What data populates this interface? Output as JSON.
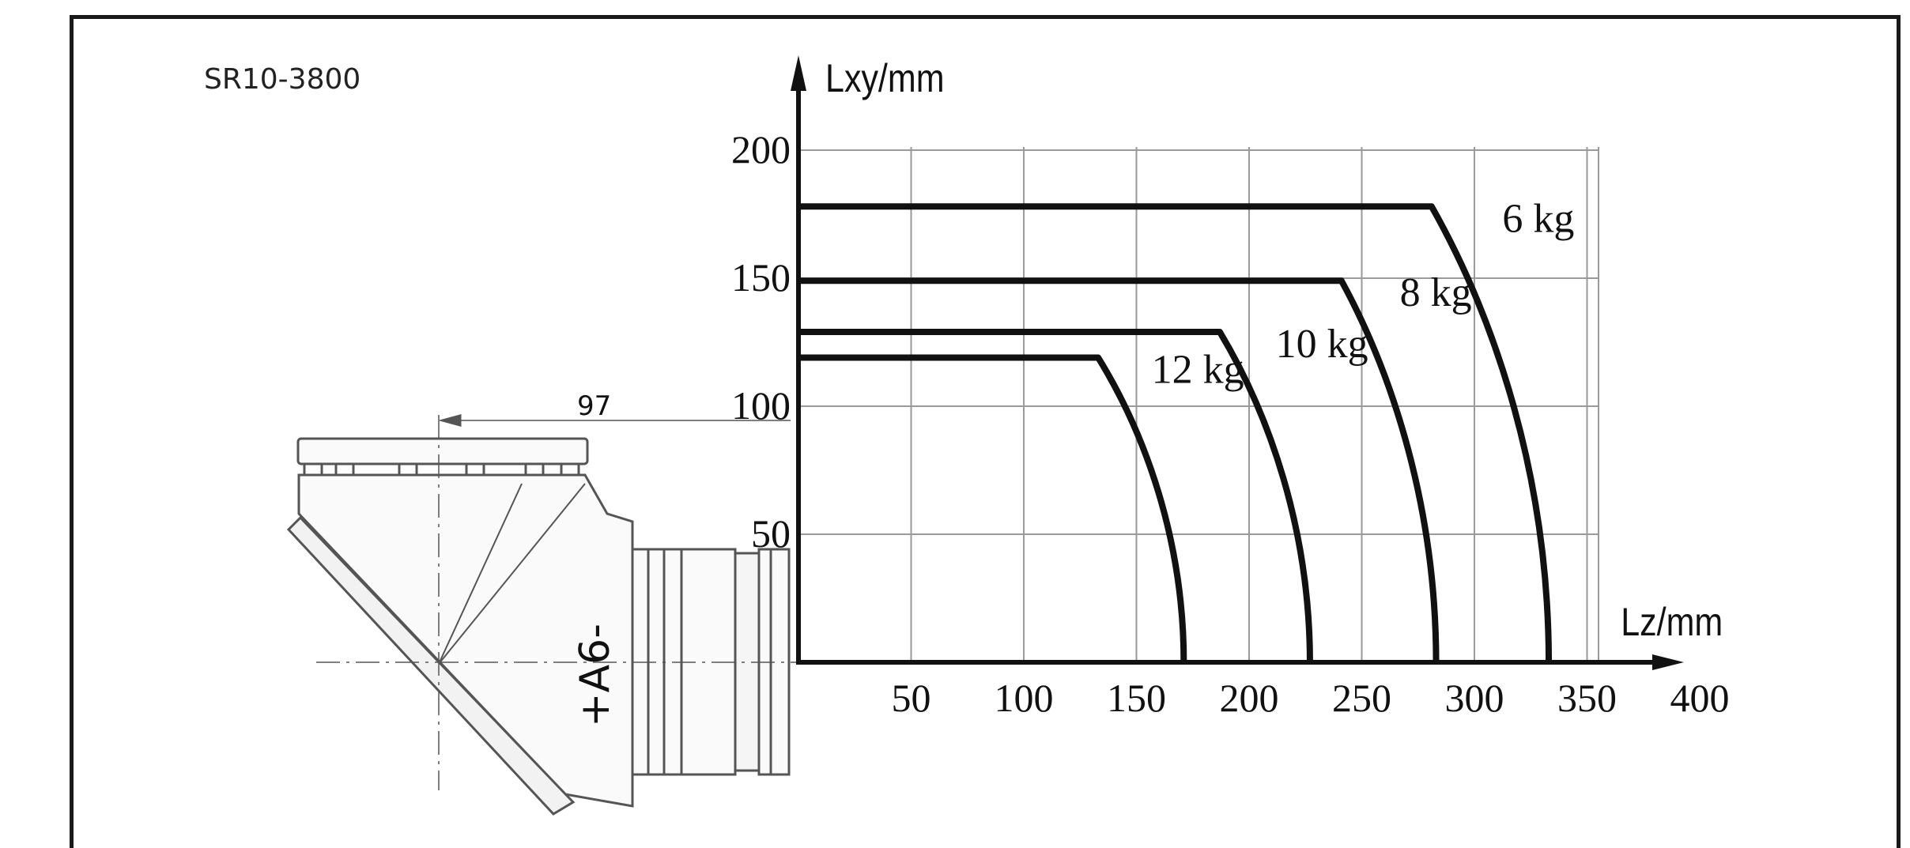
{
  "model": "SR10-3800",
  "colors": {
    "line": "#111111",
    "grid": "#9a9a9a",
    "drawing": "#555555"
  },
  "drawing": {
    "dimension_label": "97",
    "axis_marking": "+A6-"
  },
  "chart_data": {
    "type": "line",
    "xlabel": "Lz/mm",
    "ylabel": "Lxy/mm",
    "xlim": [
      0,
      400
    ],
    "ylim": [
      0,
      200
    ],
    "x_ticks": [
      50,
      100,
      150,
      200,
      250,
      300,
      350,
      400
    ],
    "y_ticks": [
      50,
      100,
      150,
      200
    ],
    "grid": true,
    "series": [
      {
        "name": "6 kg",
        "flat_lxy": 178,
        "knee_lz": 281,
        "max_lz": 333
      },
      {
        "name": "8 kg",
        "flat_lxy": 149,
        "knee_lz": 241,
        "max_lz": 283
      },
      {
        "name": "10 kg",
        "flat_lxy": 129,
        "knee_lz": 187,
        "max_lz": 227
      },
      {
        "name": "12 kg",
        "flat_lxy": 119,
        "knee_lz": 133,
        "max_lz": 171
      }
    ]
  }
}
